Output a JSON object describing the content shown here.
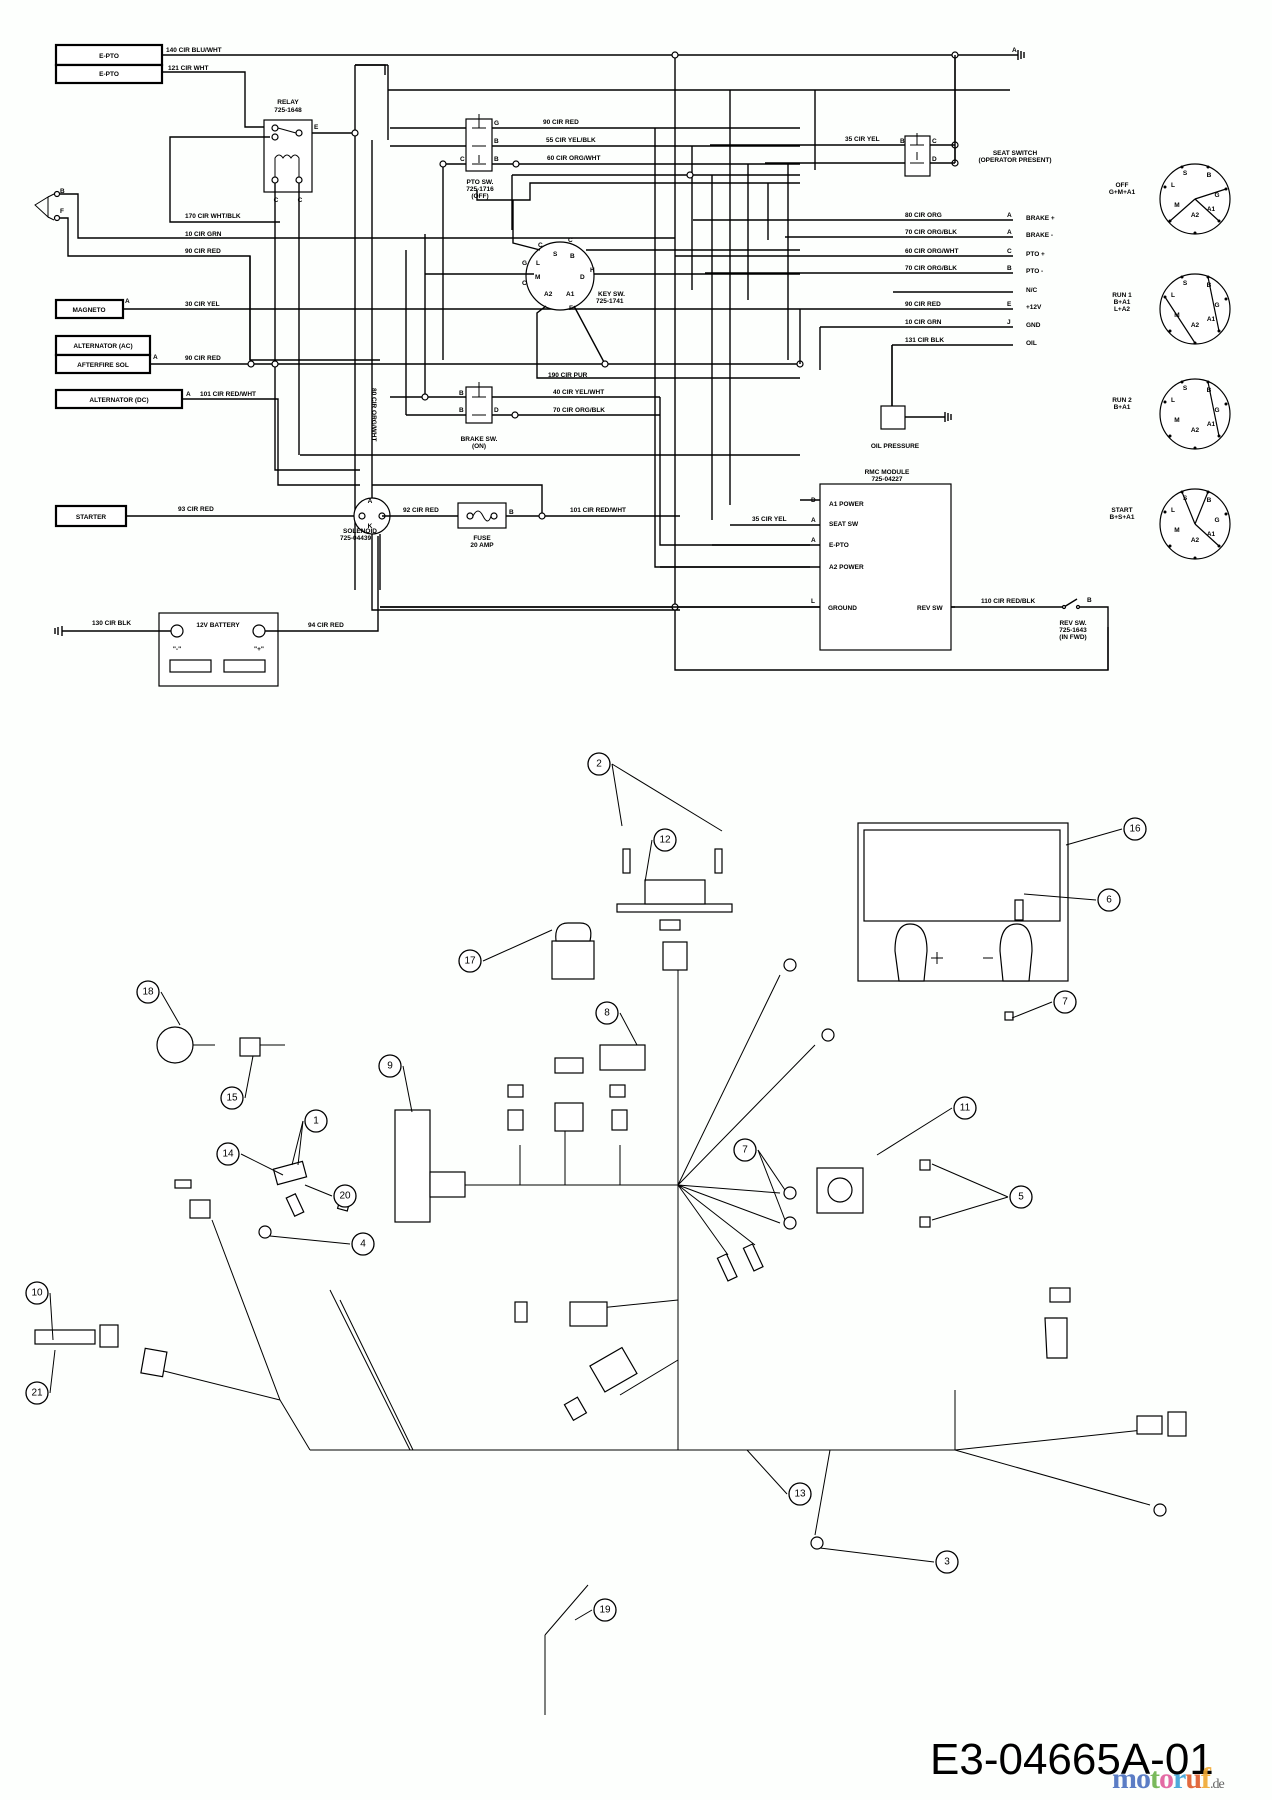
{
  "diagram_id": "E3-04665A-01",
  "watermark": {
    "text": [
      "m",
      "o",
      "t",
      "o",
      "r",
      "u",
      "f"
    ],
    "tld": ".de",
    "colors": [
      "#4a6fc0",
      "#4a6fc0",
      "#6bb24a",
      "#e15a9b",
      "#3aa1d8",
      "#e05a2a",
      "#f0a830"
    ]
  },
  "schematic": {
    "components": {
      "epto1": "E-PTO",
      "epto2": "E-PTO",
      "magneto": "MAGNETO",
      "alt_ac": "ALTERNATOR (AC)",
      "afterfire": "AFTERFIRE SOL",
      "alt_dc": "ALTERNATOR (DC)",
      "starter": "STARTER",
      "battery": "12V BATTERY",
      "battery_neg": "\"-\"",
      "battery_pos": "\"+\"",
      "relay": "RELAY",
      "relay_pn": "725-1648",
      "pto_sw": "PTO SW.",
      "pto_sw_pn": "725-1716",
      "pto_sw_state": "(OFF)",
      "key_sw": "KEY SW.",
      "key_sw_pn": "725-1741",
      "brake_sw": "BRAKE SW.",
      "brake_sw_state": "(ON)",
      "seat_sw": "SEAT SWITCH",
      "seat_sw_state": "(OPERATOR PRESENT)",
      "solenoid": "SOLENOID",
      "solenoid_pn": "725-04439",
      "fuse": "FUSE",
      "fuse_rating": "20 AMP",
      "oil_pressure": "OIL PRESSURE",
      "rmc_module": "RMC MODULE",
      "rmc_module_pn": "725-04227",
      "rev_sw": "REV SW.",
      "rev_sw_pn": "725-1643",
      "rev_sw_state": "(IN FWD)"
    },
    "rmc_pins": [
      "A1 POWER",
      "SEAT SW",
      "E-PTO",
      "A2 POWER",
      "GROUND",
      "REV SW"
    ],
    "rmc_pin_letters": [
      "D",
      "A",
      "A",
      "L"
    ],
    "wires": {
      "w140": "140 CIR BLU/WHT",
      "w121": "121 CIR WHT",
      "w170": "170 CIR WHT/BLK",
      "w10": "10 CIR GRN",
      "w90a": "90 CIR RED",
      "w30": "30 CIR YEL",
      "w90b": "90 CIR RED",
      "w101a": "101 CIR RED/WHT",
      "w80": "80 CIR ORG/WHT",
      "w93": "93 CIR RED",
      "w92": "92 CIR RED",
      "w101b": "101 CIR RED/WHT",
      "w130": "130 CIR BLK",
      "w94": "94 CIR RED",
      "w90c": "90 CIR RED",
      "w55": "55 CIR YEL/BLK",
      "w60": "60 CIR ORG/WHT",
      "w35a": "35 CIR YEL",
      "w190": "190 CIR PUR",
      "w40": "40 CIR YEL/WHT",
      "w70": "70 CIR ORG/BLK",
      "w35b": "35 CIR YEL",
      "w110": "110 CIR RED/BLK"
    },
    "connector": [
      {
        "wire": "80 CIR ORG",
        "pin": "A",
        "label": "BRAKE +"
      },
      {
        "wire": "70 CIR ORG/BLK",
        "pin": "A",
        "label": "BRAKE -"
      },
      {
        "wire": "60 CIR ORG/WHT",
        "pin": "C",
        "label": "PTO +"
      },
      {
        "wire": "70 CIR ORG/BLK",
        "pin": "B",
        "label": "PTO -"
      },
      {
        "wire": "",
        "pin": "",
        "label": "N/C"
      },
      {
        "wire": "90 CIR RED",
        "pin": "E",
        "label": "+12V"
      },
      {
        "wire": "10 CIR GRN",
        "pin": "J",
        "label": "GND"
      },
      {
        "wire": "131 CIR BLK",
        "pin": "",
        "label": "OIL"
      }
    ],
    "pin_letters": {
      "B": "B",
      "F": "F",
      "E": "E",
      "C": "C",
      "G": "G",
      "D": "D",
      "A": "A",
      "K": "K",
      "H": "H"
    },
    "key_terminals": [
      "C",
      "S",
      "B",
      "C",
      "G",
      "L",
      "D",
      "H",
      "C",
      "M",
      "A2",
      "A1",
      "F"
    ],
    "key_positions": [
      {
        "name": "OFF",
        "circuit": "G+M+A1"
      },
      {
        "name": "RUN 1",
        "circuit": "B+A1",
        "circuit2": "L+A2"
      },
      {
        "name": "RUN 2",
        "circuit": "B+A1"
      },
      {
        "name": "START",
        "circuit": "B+S+A1"
      }
    ],
    "dial_letters": [
      "S",
      "B",
      "L",
      "G",
      "M",
      "A1",
      "A2"
    ]
  },
  "parts_callouts": [
    "1",
    "2",
    "3",
    "4",
    "5",
    "6",
    "7",
    "7",
    "8",
    "9",
    "10",
    "11",
    "12",
    "13",
    "14",
    "15",
    "16",
    "17",
    "18",
    "19",
    "20",
    "21"
  ]
}
